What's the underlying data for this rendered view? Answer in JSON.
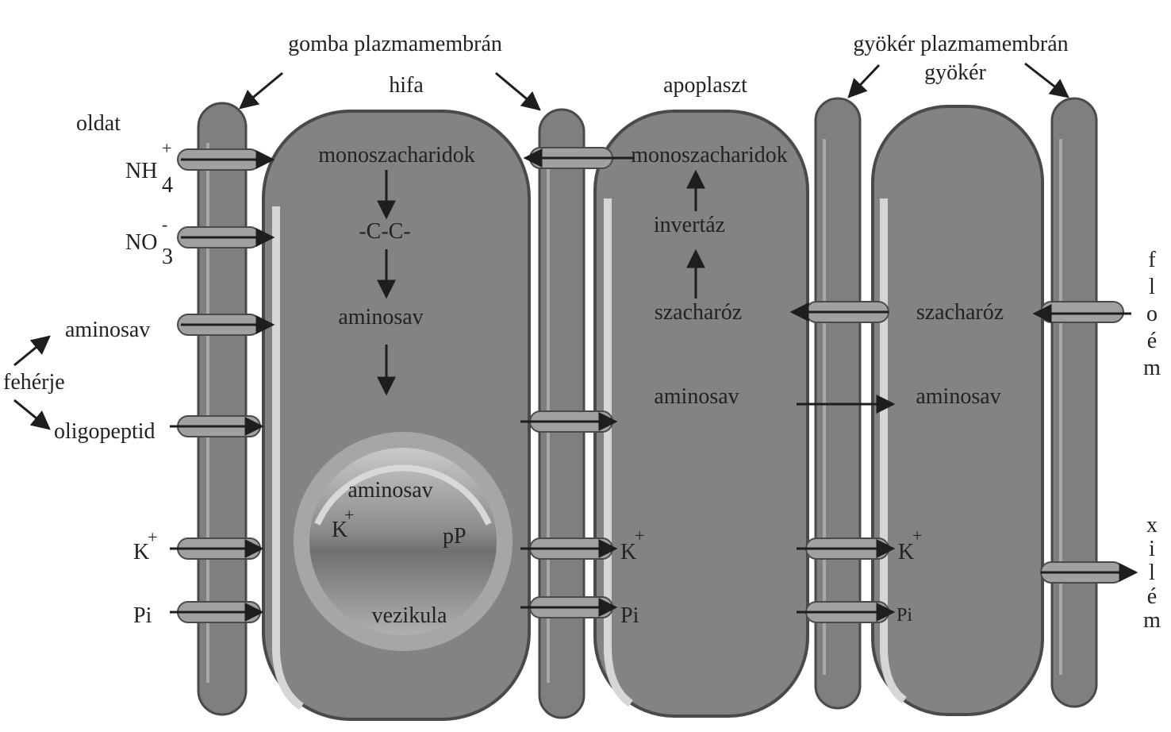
{
  "colors": {
    "cell_fill": "#838383",
    "cell_outline": "#4a4a4a",
    "highlight": "#d6d6d6",
    "membrane_fill": "#7f7f7f",
    "channel_fill": "#a0a0a0",
    "arrow": "#1e1e1e",
    "text": "#222222"
  },
  "labels": {
    "gomba_plazmamembran": "gomba plazmamembrán",
    "gyoker_plazmamembran": "gyökér plazmamembrán",
    "gyoker": "gyökér",
    "hifa": "hifa",
    "apoplaszt": "apoplaszt",
    "oldat": "oldat",
    "feherje": "fehérje",
    "aminosav_outside": "aminosav",
    "oligopeptid": "oligopeptid",
    "floem": "floém",
    "xilem": "xilém"
  },
  "ions": {
    "nh_base": "NH",
    "nh_sub": "4",
    "nh_sup": "+",
    "no_base": "NO",
    "no_sub": "3",
    "no_sup": "-",
    "k_base": "K",
    "k_sup": "+",
    "pi": "Pi"
  },
  "hifa": {
    "monoszacharidok": "monoszacharidok",
    "ccc": "-C-C-",
    "aminosav": "aminosav"
  },
  "vezikula": {
    "aminosav": "aminosav",
    "k_base": "K",
    "k_sup": "+",
    "pp": "pP",
    "label": "vezikula"
  },
  "apoplaszt_cell": {
    "monoszacharidok": "monoszacharidok",
    "invertaz": "invertáz",
    "szacharoz": "szacharóz",
    "aminosav": "aminosav",
    "k_base": "K",
    "k_sup": "+",
    "pi": "Pi"
  },
  "gyoker_cell": {
    "szacharoz": "szacharóz",
    "aminosav": "aminosav",
    "k_base": "K",
    "k_sup": "+",
    "pi": "Pi"
  }
}
